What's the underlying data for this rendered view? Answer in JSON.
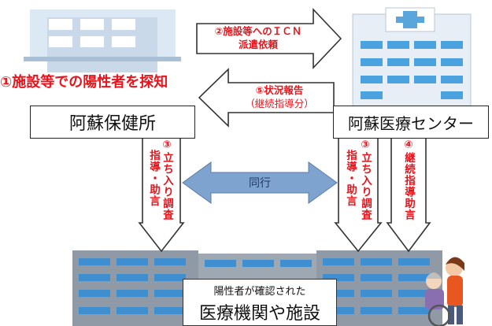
{
  "left_org": "阿蘇保健所",
  "right_org": "阿蘇医療センター",
  "step1": "①施設等での陽性者を探知",
  "step2_line1": "②施設等へのＩＣＮ",
  "step2_line2": "派遣依頼",
  "step5_line1": "⑤状況報告",
  "step5_line2": "（継続指導分）",
  "step3_left": "③立ち入り調査",
  "step3_left_sub": "指導・助言",
  "step3_right": "③立ち入り調査",
  "step3_right_sub": "指導・助言",
  "step4": "④継続指導助言",
  "together": "同行",
  "facility_caption": "陽性者が確認された",
  "facility_name": "医療機関や施設",
  "colors": {
    "red": "#e8131b",
    "blue_arrow": "#7ea3cf",
    "building_blue": "#4aa3df"
  }
}
